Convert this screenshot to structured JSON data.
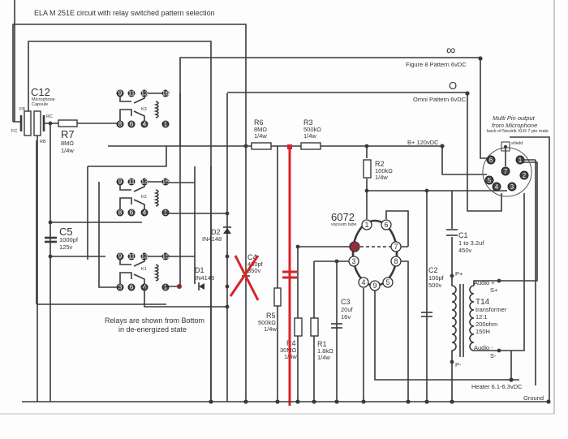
{
  "title": "ELA M 251E circuit with relay switched pattern selection",
  "patterns": {
    "figure8_symbol": "∞",
    "figure8_label": "Figure 8 Pattern 6vDC",
    "omni_symbol": "O",
    "omni_label": "Omni Pattern 6vDC"
  },
  "capsule": {
    "name": "C12",
    "desc1": "Microphone",
    "desc2": "Capsule",
    "fb": "FB",
    "fc": "FC",
    "rb": "RB",
    "rc": "RC"
  },
  "relays": {
    "k1": "K1",
    "k2": "K2",
    "k3": "K3",
    "pins_top": [
      "9",
      "11",
      "13",
      "16"
    ],
    "pins_bottom": [
      "8",
      "6",
      "4",
      "1"
    ],
    "coil_minus": "-",
    "coil_plus": "+"
  },
  "components": {
    "r7": {
      "name": "R7",
      "value": "8MΩ",
      "power": "1/4w"
    },
    "r6": {
      "name": "R6",
      "value": "8MΩ",
      "power": "1/4w"
    },
    "r3": {
      "name": "R3",
      "value": "500kΩ",
      "power": "1/4w"
    },
    "r2": {
      "name": "R2",
      "value": "100kΩ",
      "power": "1/4w"
    },
    "r5": {
      "name": "R5",
      "value": "500kΩ",
      "power": "1/4w"
    },
    "r4": {
      "name": "R4",
      "value": "30MΩ",
      "power": "1/4w"
    },
    "r1": {
      "name": "R1",
      "value": "1.8kΩ",
      "power": "1/4w"
    },
    "c5": {
      "name": "C5",
      "value": "1000pf",
      "voltage": "125v"
    },
    "c4": {
      "name": "C4",
      "value": "480pf",
      "voltage": "350v"
    },
    "c3": {
      "name": "C3",
      "value": "20uf",
      "voltage": "16v"
    },
    "c2": {
      "name": "C2",
      "value": "100pf",
      "voltage": "500v"
    },
    "c1": {
      "name": "C1",
      "value": "1 to 3.2uf",
      "voltage": "450v"
    },
    "d1": {
      "name": "D1",
      "part": "IN4148"
    },
    "d2": {
      "name": "D2",
      "part": "IN4148"
    }
  },
  "tube": {
    "name": "6072",
    "desc": "vacuum tube",
    "pins": [
      "1",
      "6",
      "2",
      "7",
      "3",
      "8",
      "4",
      "9",
      "5"
    ]
  },
  "transformer": {
    "name": "T14",
    "line1": "transformer",
    "line2": "12:1",
    "line3": "200ohm",
    "line4": "150H",
    "p_plus": "P+",
    "p_minus": "P-",
    "audio_plus": "Audio +",
    "audio_minus": "Audio -",
    "s_plus": "S+",
    "s_minus": "S-"
  },
  "connector": {
    "title1": "Multi Pin output",
    "title2": "from Microphone",
    "subtitle": "back of Neutrik XLR 7 pin male",
    "shield": "shield",
    "pins": [
      "6",
      "1",
      "7",
      "5",
      "2",
      "4",
      "3"
    ]
  },
  "rails": {
    "bplus": "B+ 120vDC",
    "heater": "Heater 6.1-6.3vDC",
    "ground": "Ground"
  },
  "note": {
    "line1": "Relays are shown from Bottom",
    "line2": "in de-energized state"
  },
  "markup_color": "#d8232a"
}
